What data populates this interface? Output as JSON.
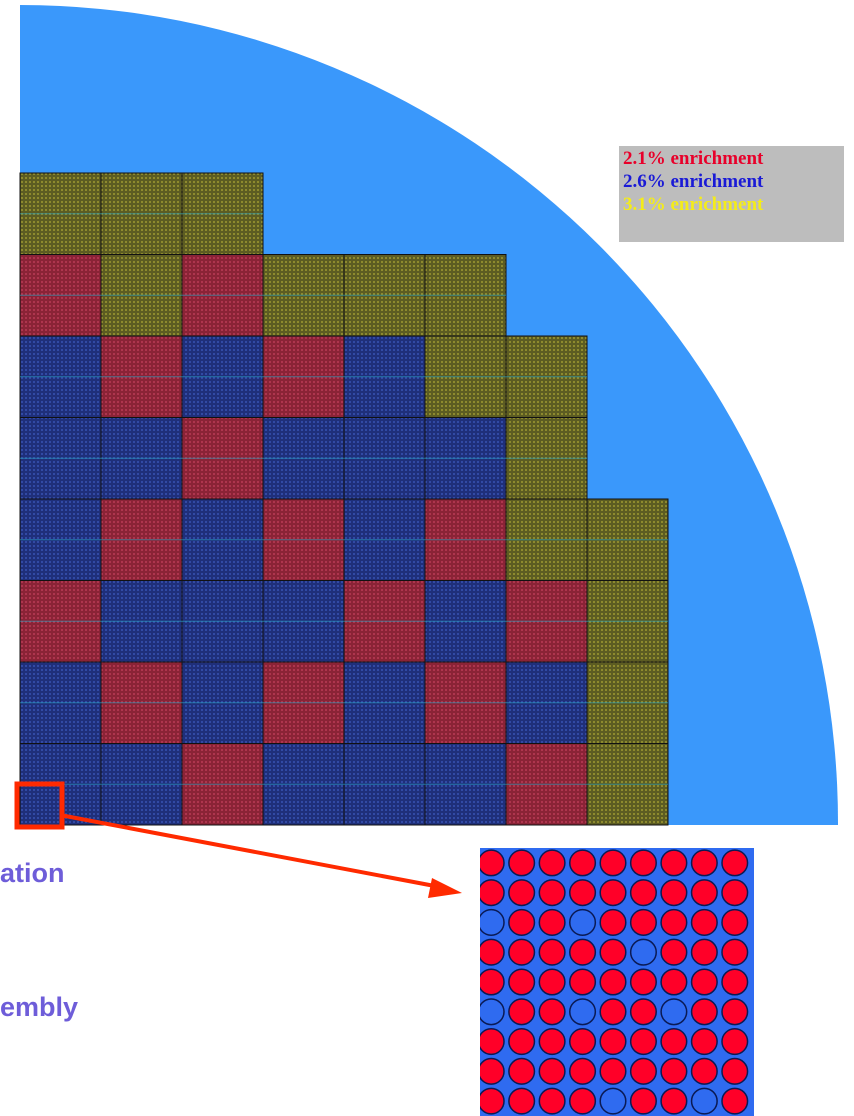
{
  "legend": [
    {
      "label": "2.1% enrichment",
      "color": "#e8002a"
    },
    {
      "label": "2.6% enrichment",
      "color": "#1a1ad6"
    },
    {
      "label": "3.1% enrichment",
      "color": "#f4ec1a"
    }
  ],
  "captions": [
    "ation",
    "embly"
  ],
  "colors": {
    "reflector": "#3a98fb",
    "fuel_2_1": "#8a2336",
    "fuel_2_6": "#1f2f7a",
    "fuel_3_1": "#5c5c22",
    "callout": "#ff2a00",
    "pin_red": "#ff0028",
    "pin_lattice_bg": "#2f6bf0"
  },
  "core_map_rows_top_to_bottom": [
    [
      3,
      3,
      3
    ],
    [
      1,
      3,
      1,
      3,
      3,
      3
    ],
    [
      2,
      1,
      2,
      1,
      2,
      3,
      3
    ],
    [
      2,
      2,
      1,
      2,
      2,
      2,
      3
    ],
    [
      2,
      1,
      2,
      1,
      2,
      1,
      3,
      3
    ],
    [
      1,
      2,
      2,
      2,
      1,
      2,
      1,
      3
    ],
    [
      2,
      1,
      2,
      1,
      2,
      1,
      2,
      3
    ],
    [
      2,
      2,
      1,
      2,
      2,
      2,
      1,
      3
    ]
  ],
  "pin_map_rows_top_to_bottom": [
    [
      1,
      1,
      1,
      1,
      1,
      1,
      1,
      1,
      1
    ],
    [
      1,
      1,
      1,
      1,
      1,
      1,
      1,
      1,
      1
    ],
    [
      0,
      1,
      1,
      0,
      1,
      1,
      1,
      1,
      1
    ],
    [
      1,
      1,
      1,
      1,
      1,
      0,
      1,
      1,
      1
    ],
    [
      1,
      1,
      1,
      1,
      1,
      1,
      1,
      1,
      1
    ],
    [
      0,
      1,
      1,
      0,
      1,
      1,
      0,
      1,
      1
    ],
    [
      1,
      1,
      1,
      1,
      1,
      1,
      1,
      1,
      1
    ],
    [
      1,
      1,
      1,
      1,
      1,
      1,
      1,
      1,
      1
    ],
    [
      1,
      1,
      1,
      1,
      0,
      1,
      1,
      0,
      1
    ]
  ]
}
